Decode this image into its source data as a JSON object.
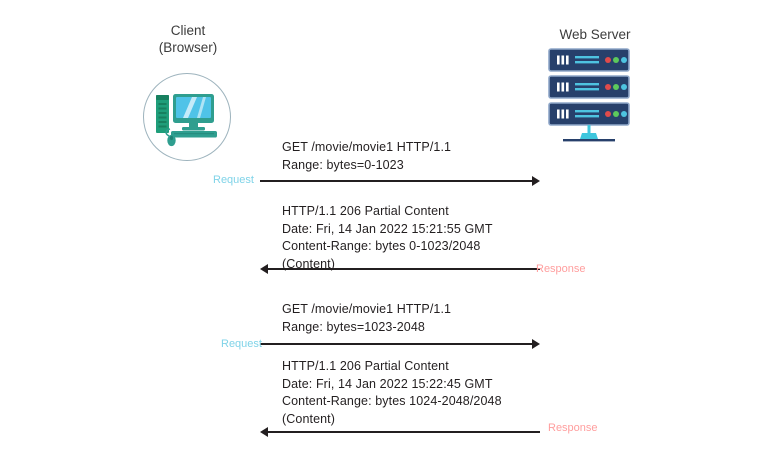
{
  "diagram": {
    "title": "HTTP Range Request / 206 Partial Content sequence",
    "background_color": "#ffffff",
    "text_color": "#231f20",
    "request_label_color": "#7fd3e8",
    "response_label_color": "#ff9e9e",
    "arrow_color": "#231f20",
    "client_circle_color": "#9db3bd"
  },
  "client": {
    "title_line1": "Client",
    "title_line2": "(Browser)",
    "icon": "desktop-computer-icon",
    "icon_colors": {
      "tower": "#1f9e7a",
      "tower_dark": "#17805f",
      "monitor_body": "#2f9e8f",
      "screen": "#4fc3e8",
      "screen_highlight": "#eaf8fd",
      "keyboard": "#2f9e8f",
      "mouse": "#2f9e8f"
    }
  },
  "server": {
    "title": "Web Server",
    "icon": "server-rack-icon",
    "unit_count": 3,
    "icon_colors": {
      "unit_body": "#27406b",
      "unit_border": "#8fa7c9",
      "bars": "#ffffff",
      "lines": "#4ec3e0",
      "led_red": "#e04b4b",
      "led_green": "#5cc95c",
      "led_cyan": "#4ec3e0",
      "stand": "#3ec6dd",
      "base_line": "#27406b"
    }
  },
  "messages": [
    {
      "id": "request-1",
      "direction": "request",
      "direction_label": "Request",
      "arrow": "right",
      "lines": [
        "GET /movie/movie1 HTTP/1.1",
        "Range: bytes=0-1023"
      ]
    },
    {
      "id": "response-1",
      "direction": "response",
      "direction_label": "Response",
      "arrow": "left",
      "lines": [
        "HTTP/1.1 206 Partial Content",
        "Date: Fri, 14 Jan 2022 15:21:55 GMT",
        "Content-Range: bytes 0-1023/2048",
        "(Content)"
      ]
    },
    {
      "id": "request-2",
      "direction": "request",
      "direction_label": "Request",
      "arrow": "right",
      "lines": [
        "GET /movie/movie1 HTTP/1.1",
        "Range: bytes=1023-2048"
      ]
    },
    {
      "id": "response-2",
      "direction": "response",
      "direction_label": "Response",
      "arrow": "left",
      "lines": [
        "HTTP/1.1 206 Partial Content",
        "Date: Fri, 14 Jan 2022 15:22:45 GMT",
        "Content-Range: bytes 1024-2048/2048",
        "(Content)"
      ]
    }
  ],
  "text_blocks": {
    "request_1": "GET /movie/movie1 HTTP/1.1\nRange: bytes=0-1023",
    "response_1": "HTTP/1.1 206 Partial Content\nDate: Fri, 14 Jan 2022 15:21:55 GMT\nContent-Range: bytes 0-1023/2048\n(Content)",
    "request_2": "GET /movie/movie1 HTTP/1.1\nRange: bytes=1023-2048",
    "response_2": "HTTP/1.1 206 Partial Content\nDate: Fri, 14 Jan 2022 15:22:45 GMT\nContent-Range: bytes 1024-2048/2048\n(Content)"
  },
  "labels": {
    "request_1": "Request",
    "response_1": "Response",
    "request_2": "Request",
    "response_2": "Response"
  }
}
